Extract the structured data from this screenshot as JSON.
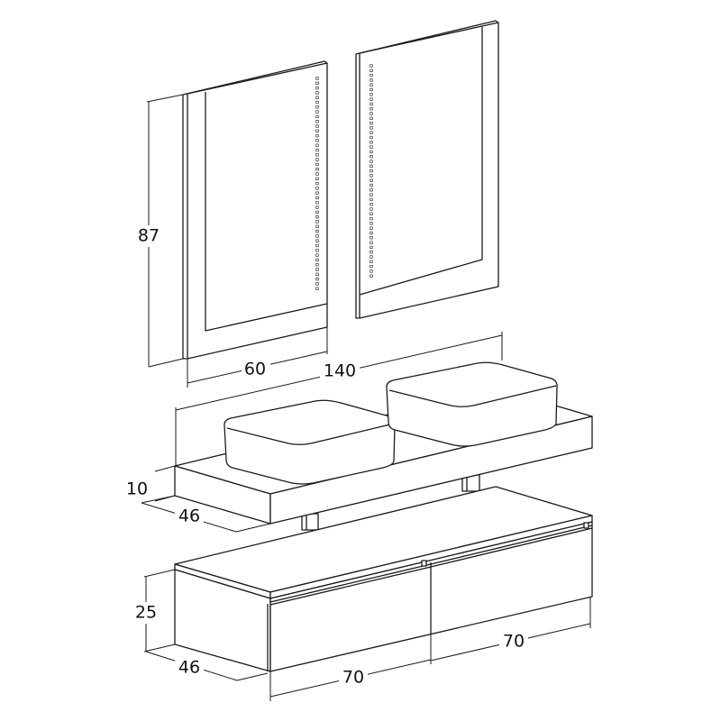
{
  "dimensions": {
    "mirror_height": "87",
    "mirror_width": "60",
    "top_width": "140",
    "top_thickness": "10",
    "top_depth": "46",
    "cabinet_height": "25",
    "cabinet_depth": "46",
    "drawer_left_width": "70",
    "drawer_right_width": "70"
  },
  "colors": {
    "line": "#1a1a1a",
    "background": "#ffffff"
  }
}
